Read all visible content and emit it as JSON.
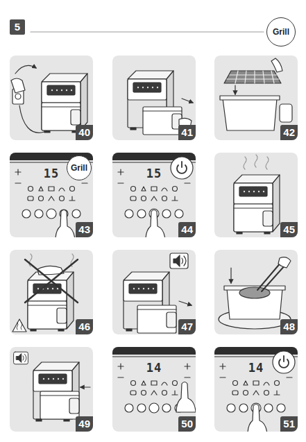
{
  "diagram": {
    "nodes": [
      {
        "text": [
          "5"
        ]
      },
      {
        "text": [
          "Grill"
        ]
      },
      {
        "text": [
          "40"
        ]
      },
      {
        "text": [
          "41"
        ]
      },
      {
        "text": [
          "42"
        ]
      },
      {
        "text": [
          "43"
        ]
      },
      {
        "text": [
          "44"
        ]
      },
      {
        "text": [
          "45"
        ]
      },
      {
        "text": [
          "46"
        ]
      },
      {
        "text": [
          "47"
        ]
      },
      {
        "text": [
          "48"
        ]
      },
      {
        "text": [
          "49"
        ]
      },
      {
        "text": [
          "50"
        ]
      },
      {
        "text": [
          "51"
        ]
      },
      {
        "text": [
          "Grill"
        ],
        "in": 5
      }
    ],
    "labels": [
      "15",
      "15",
      "14",
      "14"
    ]
  }
}
